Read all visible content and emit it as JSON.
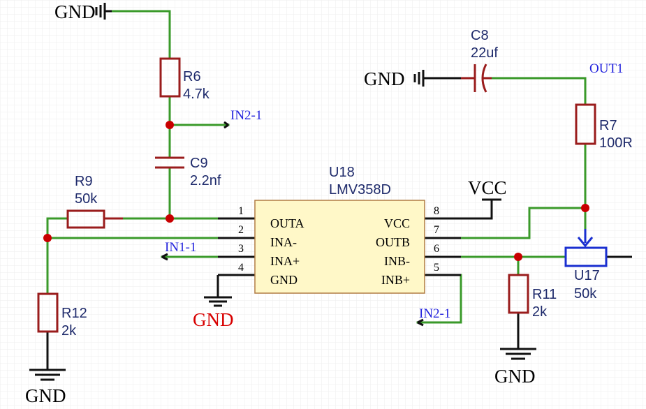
{
  "grid_colors": {
    "background": "#ffffff",
    "grid": "#eeeeee",
    "wire": "#3a9a2a",
    "component": "#9a1c1c",
    "junction": "#c80000",
    "chip_fill": "#fff8c8",
    "chip_border": "#b07c44"
  },
  "labels": {
    "gnd_top": "GND",
    "gnd_c8": "GND",
    "gnd_r12": "GND",
    "gnd_r11": "GND",
    "gnd_u18": "GND",
    "net_in2_top": "IN2-1",
    "net_in1": "IN1-1",
    "net_in2_bottom": "IN2-1",
    "net_out1": "OUT1",
    "vcc": "VCC"
  },
  "components": {
    "r6": {
      "ref": "R6",
      "value": "4.7k"
    },
    "c9": {
      "ref": "C9",
      "value": "2.2nf"
    },
    "r9": {
      "ref": "R9",
      "value": "50k"
    },
    "r12": {
      "ref": "R12",
      "value": "2k"
    },
    "c8": {
      "ref": "C8",
      "value": "22uf"
    },
    "r7": {
      "ref": "R7",
      "value": "100R"
    },
    "r11": {
      "ref": "R11",
      "value": "2k"
    },
    "u17": {
      "ref": "U17",
      "value": "50k"
    },
    "u18": {
      "ref": "U18",
      "value": "LMV358D"
    }
  },
  "u18_pins": [
    {
      "num": "1",
      "name": "OUTA"
    },
    {
      "num": "2",
      "name": "INA-"
    },
    {
      "num": "3",
      "name": "INA+"
    },
    {
      "num": "4",
      "name": "GND"
    },
    {
      "num": "8",
      "name": "VCC"
    },
    {
      "num": "7",
      "name": "OUTB"
    },
    {
      "num": "6",
      "name": "INB-"
    },
    {
      "num": "5",
      "name": "INB+"
    }
  ]
}
